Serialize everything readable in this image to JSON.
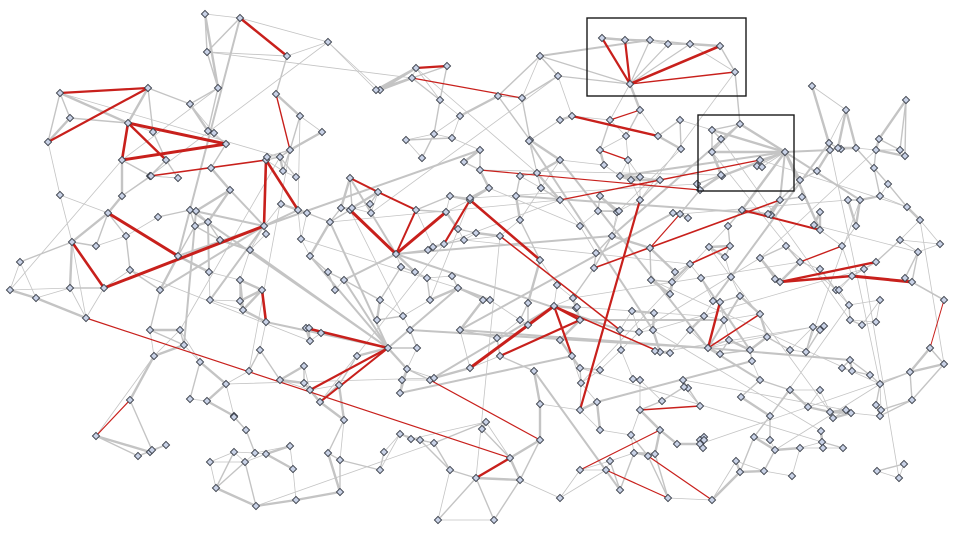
{
  "figure": {
    "kind": "network-graph",
    "background_color": "#ffffff",
    "node_fill_color": "#c9d2e6",
    "node_stroke_color": "#3a3f4a",
    "node_shape": "diamond",
    "edge_colors": {
      "default": "#c4c4c4",
      "highlighted": "#c8201c"
    },
    "highlight_box_color": "#1a1a1a",
    "highlight_box_count": 2,
    "labels": []
  }
}
